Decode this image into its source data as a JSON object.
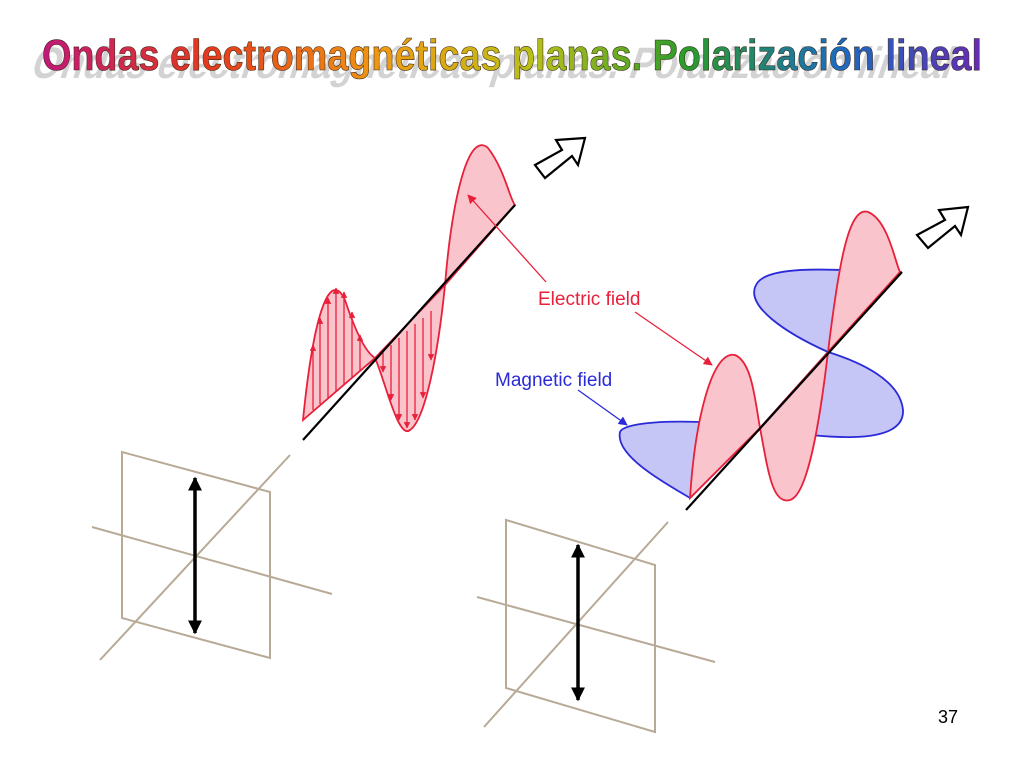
{
  "slide": {
    "title": "Ondas electromagnéticas planas. Polarización lineal",
    "page_number": "37"
  },
  "labels": {
    "electric": "Electric field",
    "magnetic": "Magnetic field"
  },
  "colors": {
    "electric_stroke": "#e8203a",
    "electric_fill": "#f9c4cc",
    "magnetic_stroke": "#2a2ad8",
    "magnetic_fill": "#c6c6f6",
    "frame": "#b8aa96",
    "axis": "#000000",
    "title_gradient": [
      "#c0187a",
      "#e43a1c",
      "#f09a12",
      "#b8c018",
      "#2a9c2a",
      "#1a6cc0",
      "#6a28b0"
    ]
  },
  "icons": [
    "propagation-arrow-icon",
    "oscillation-arrow-icon"
  ]
}
